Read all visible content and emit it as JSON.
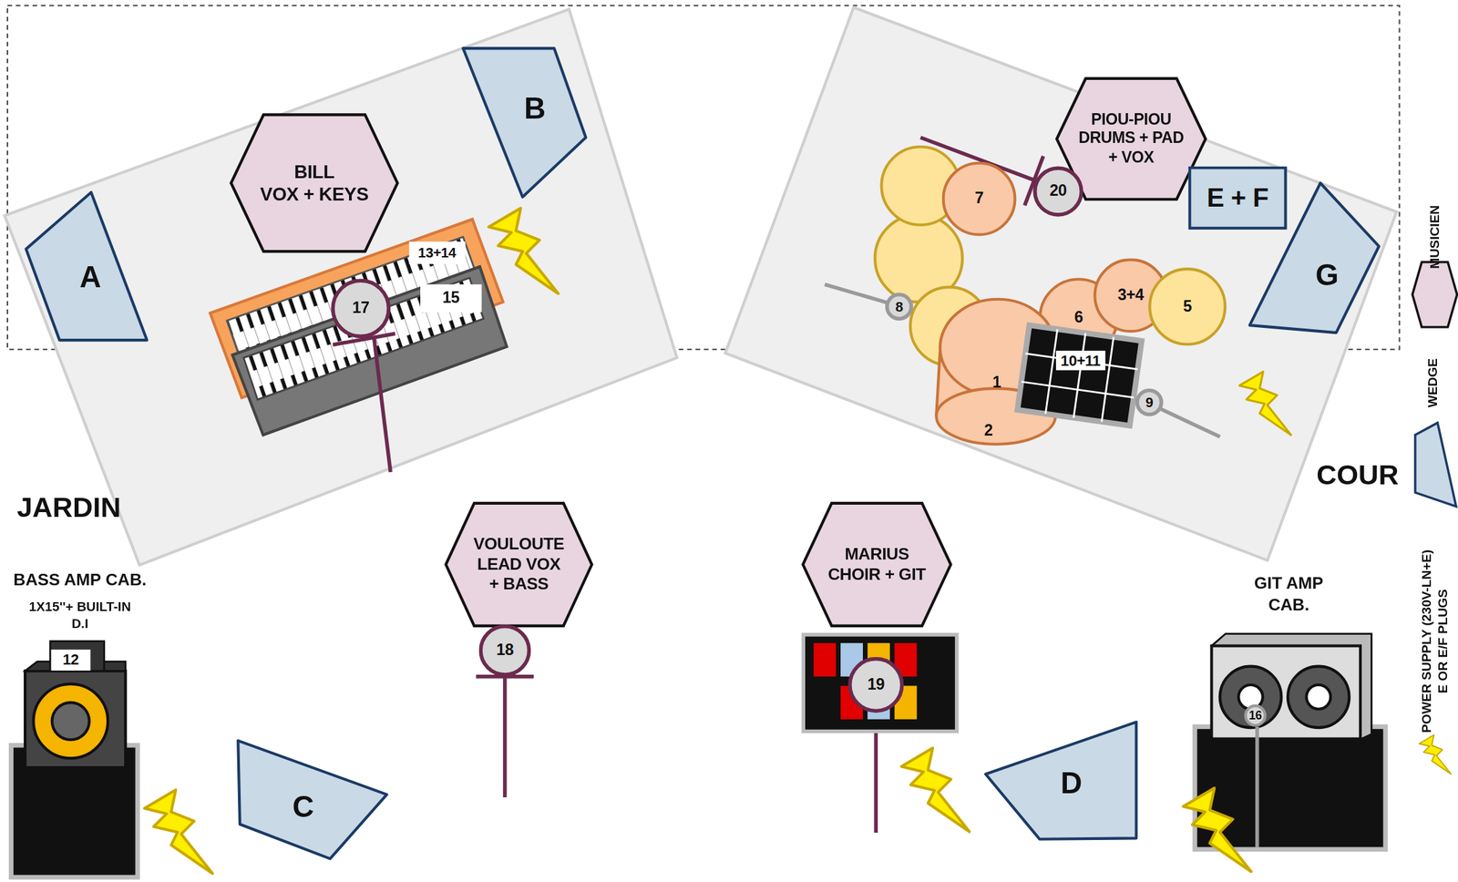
{
  "diagram": {
    "nodes": [
      {
        "text": [
          "BILL VOX + KEYS"
        ]
      },
      {
        "text": [
          "A"
        ]
      },
      {
        "text": [
          "B"
        ]
      },
      {
        "text": [
          "13+14"
        ]
      },
      {
        "text": [
          "15"
        ]
      },
      {
        "text": [
          "17"
        ]
      },
      {
        "text": [
          "PIOU-PIOU DRUMS + PAD + VOX"
        ]
      },
      {
        "text": [
          "20"
        ]
      },
      {
        "text": [
          "7"
        ]
      },
      {
        "text": [
          "8"
        ]
      },
      {
        "text": [
          "E + F"
        ]
      },
      {
        "text": [
          "G"
        ]
      },
      {
        "text": [
          "6"
        ]
      },
      {
        "text": [
          "3+4"
        ]
      },
      {
        "text": [
          "5"
        ]
      },
      {
        "text": [
          "1",
          "2"
        ]
      },
      {
        "text": [
          "10+11"
        ]
      },
      {
        "text": [
          "9"
        ]
      },
      {
        "text": [
          "VOULOUTE LEAD VOX + BASS"
        ]
      },
      {
        "text": [
          "18"
        ]
      },
      {
        "text": [
          "MARIUS CHOIR + GIT"
        ]
      },
      {
        "text": [
          "19"
        ]
      },
      {
        "text": [
          "C"
        ]
      },
      {
        "text": [
          "D"
        ]
      },
      {
        "text": [
          "12"
        ]
      },
      {
        "text": [
          "16"
        ]
      }
    ],
    "labels": [
      "JARDIN",
      "COUR",
      "BASS AMP CAB.",
      "1X15''+ BUILT-IN D.I",
      "GIT AMP CAB."
    ],
    "legend": [
      {
        "text": "MUSICIEN"
      },
      {
        "text": "WEDGE"
      },
      {
        "text": "POWER SUPPLY (230V-LN+E) E OR E/F PLUGS"
      }
    ]
  }
}
